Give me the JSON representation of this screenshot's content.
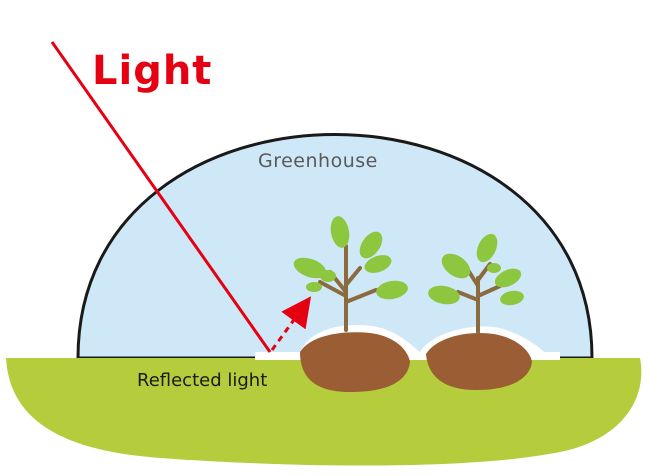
{
  "labels": {
    "light": "Light",
    "greenhouse": "Greenhouse",
    "reflected": "Reflected light"
  },
  "colors": {
    "light_ray": "#e50012",
    "dome_fill": "#cfe8f8",
    "dome_outline": "#1a1a1a",
    "ground": "#b5cc3c",
    "soil": "#9b5d33",
    "mulch": "#ffffff",
    "stem": "#8b6a3e",
    "leaf": "#8dc63f",
    "greenhouse_text": "#595959",
    "reflected_text": "#1a1a1a"
  },
  "icons": {
    "plants": "seedling-icon",
    "ray": "light-ray-arrow"
  }
}
